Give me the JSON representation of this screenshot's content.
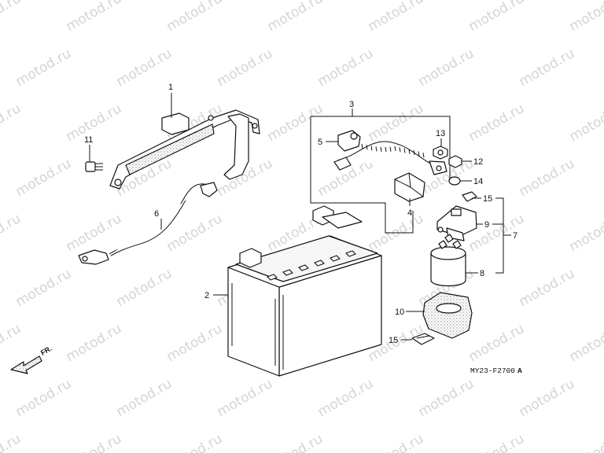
{
  "watermark": "motod.ru",
  "figure_code": "MY23-F2700",
  "figure_code_mark": "A",
  "front_label": "FR.",
  "callouts": {
    "c1": "1",
    "c2": "2",
    "c3": "3",
    "c4": "4",
    "c5": "5",
    "c6": "6",
    "c7": "7",
    "c8": "8",
    "c9": "9",
    "c10": "10",
    "c11": "11",
    "c12": "12",
    "c13": "13",
    "c14": "14",
    "c15a": "15",
    "c15b": "15"
  },
  "icons": {
    "front_arrow": "front-direction-arrow-icon"
  }
}
